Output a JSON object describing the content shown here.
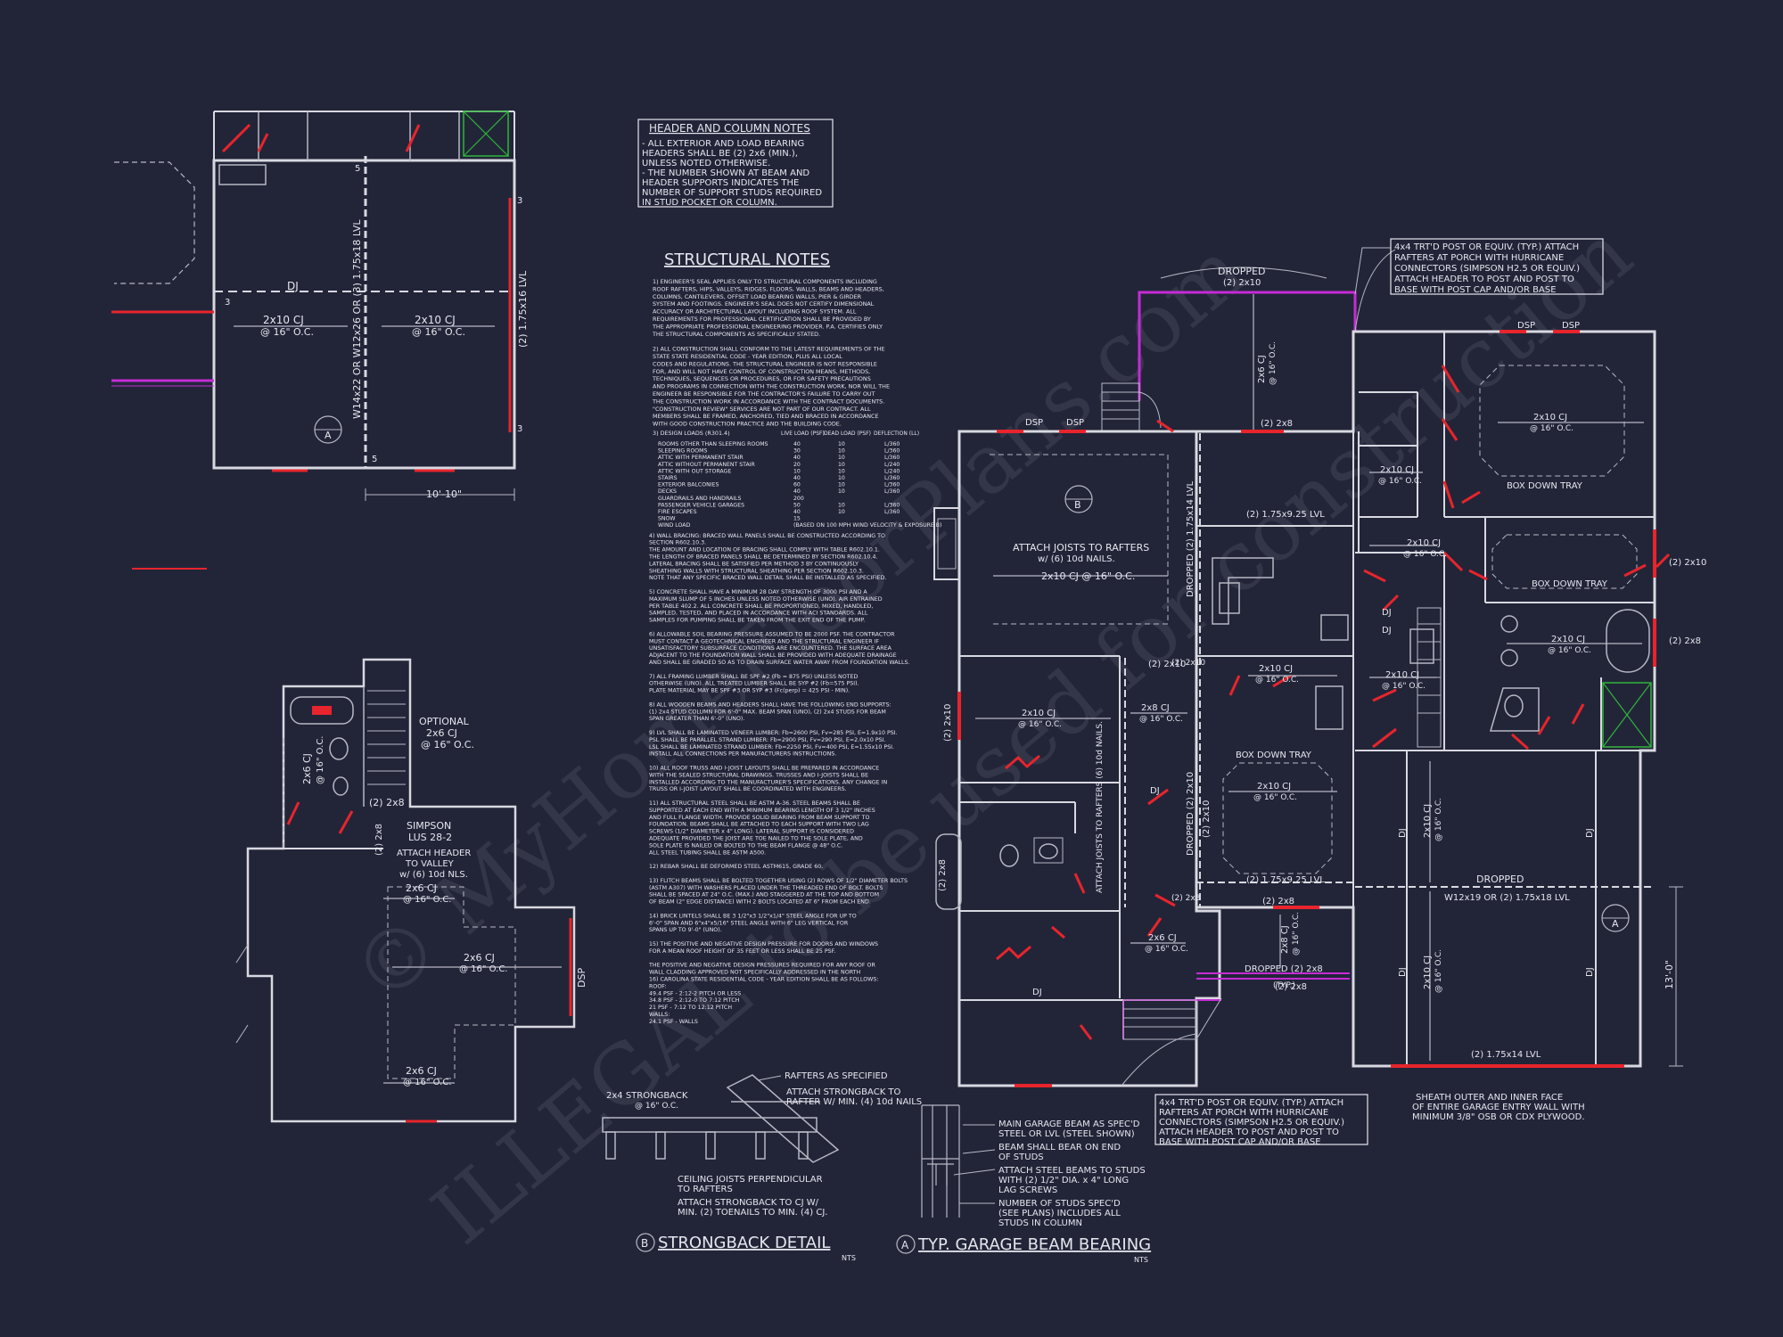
{
  "header_notes": {
    "title": "HEADER AND COLUMN NOTES",
    "lines": [
      "- ALL EXTERIOR AND LOAD BEARING",
      "HEADERS SHALL BE (2) 2x6 (MIN.),",
      "UNLESS NOTED OTHERWISE.",
      "- THE NUMBER SHOWN AT BEAM AND",
      "HEADER SUPPORTS INDICATES THE",
      "NUMBER OF SUPPORT STUDS REQUIRED",
      "IN STUD POCKET OR COLUMN."
    ]
  },
  "structural_notes": {
    "title": "STRUCTURAL NOTES",
    "lines": [
      "1) ENGINEER'S SEAL APPLIES ONLY TO STRUCTURAL COMPONENTS INCLUDING",
      "ROOF RAFTERS, HIPS, VALLEYS, RIDGES, FLOORS, WALLS, BEAMS AND HEADERS,",
      "COLUMNS, CANTILEVERS, OFFSET LOAD BEARING WALLS, PIER & GIRDER",
      "SYSTEM AND FOOTINGS. ENGINEER'S SEAL DOES NOT CERTIFY DIMENSIONAL",
      "ACCURACY OR ARCHITECTURAL LAYOUT INCLUDING ROOF SYSTEM. ALL",
      "REQUIREMENTS FOR PROFESSIONAL CERTIFICATION SHALL BE PROVIDED BY",
      "THE APPROPRIATE PROFESSIONAL ENGINEERING PROVIDER. P.A. CERTIFIES ONLY",
      "THE STRUCTURAL COMPONENTS AS SPECIFICALLY STATED.",
      "",
      "2) ALL CONSTRUCTION SHALL CONFORM TO THE LATEST REQUIREMENTS OF THE",
      "STATE STATE RESIDENTIAL CODE - YEAR EDITION, PLUS ALL LOCAL",
      "CODES AND REGULATIONS. THE STRUCTURAL ENGINEER IS NOT RESPONSIBLE",
      "FOR, AND WILL NOT HAVE CONTROL OF CONSTRUCTION MEANS, METHODS,",
      "TECHNIQUES, SEQUENCES OR PROCEDURES, OR FOR SAFETY PRECAUTIONS",
      "AND PROGRAMS IN CONNECTION WITH THE CONSTRUCTION WORK, NOR WILL THE",
      "ENGINEER BE RESPONSIBLE FOR THE CONTRACTOR'S FAILURE TO CARRY OUT",
      "THE CONSTRUCTION WORK IN ACCORDANCE WITH THE CONTRACT DOCUMENTS.",
      "\"CONSTRUCTION REVIEW\" SERVICES ARE NOT PART OF OUR CONTRACT. ALL",
      "MEMBERS SHALL BE FRAMED, ANCHORED, TIED AND BRACED IN ACCORDANCE",
      "WITH GOOD CONSTRUCTION PRACTICE AND THE BUILDING CODE."
    ],
    "loads_header": [
      "3) DESIGN LOADS (R301.4)",
      "LIVE LOAD (PSF)",
      "DEAD LOAD (PSF)",
      "DEFLECTION (LL)"
    ],
    "loads": [
      [
        "ROOMS OTHER THAN SLEEPING ROOMS",
        "40",
        "10",
        "L/360"
      ],
      [
        "SLEEPING ROOMS",
        "30",
        "10",
        "L/360"
      ],
      [
        "ATTIC WITH PERMANENT STAIR",
        "40",
        "10",
        "L/360"
      ],
      [
        "ATTIC WITHOUT PERMANENT STAIR",
        "20",
        "10",
        "L/240"
      ],
      [
        "ATTIC WITH OUT STORAGE",
        "10",
        "10",
        "L/240"
      ],
      [
        "STAIRS",
        "40",
        "10",
        "L/360"
      ],
      [
        "EXTERIOR BALCONIES",
        "60",
        "10",
        "L/360"
      ],
      [
        "DECKS",
        "40",
        "10",
        "L/360"
      ],
      [
        "GUARDRAILS AND HANDRAILS",
        "200",
        "",
        ""
      ],
      [
        "PASSENGER VEHICLE GARAGES",
        "50",
        "10",
        "L/360"
      ],
      [
        "FIRE ESCAPES",
        "40",
        "10",
        "L/360"
      ],
      [
        "SNOW",
        "15",
        "",
        ""
      ],
      [
        "WIND LOAD",
        "(BASED ON 100 MPH WIND VELOCITY & EXPOSURE B)",
        "",
        ""
      ]
    ],
    "lines2": [
      "4) WALL BRACING: BRACED WALL PANELS SHALL BE CONSTRUCTED ACCORDING TO",
      "SECTION R602.10.3.",
      "THE AMOUNT AND LOCATION OF BRACING SHALL COMPLY WITH TABLE R602.10.1.",
      "THE LENGTH OF BRACED PANELS SHALL BE DETERMINED BY SECTION R602.10.4.",
      "LATERAL BRACING SHALL BE SATISFIED PER METHOD 3 BY CONTINUOUSLY",
      "SHEATHING WALLS WITH STRUCTURAL SHEATHING PER SECTION R602.10.3.",
      "NOTE THAT ANY SPECIFIC BRACED WALL DETAIL SHALL BE INSTALLED AS SPECIFIED.",
      "",
      "5) CONCRETE SHALL HAVE A MINIMUM 28 DAY STRENGTH OF 3000 PSI AND A",
      "MAXIMUM SLUMP OF 5 INCHES UNLESS NOTED OTHERWISE (UNO). AIR ENTRAINED",
      "PER TABLE 402.2. ALL CONCRETE SHALL BE PROPORTIONED, MIXED, HANDLED,",
      "SAMPLED, TESTED, AND PLACED IN ACCORDANCE WITH ACI STANDARDS. ALL",
      "SAMPLES FOR PUMPING SHALL BE TAKEN FROM THE EXIT END OF THE PUMP.",
      "",
      "6) ALLOWABLE SOIL BEARING PRESSURE ASSUMED TO BE 2000 PSF. THE CONTRACTOR",
      "MUST CONTACT A GEOTECHNICAL ENGINEER AND THE STRUCTURAL ENGINEER IF",
      "UNSATISFACTORY SUBSURFACE CONDITIONS ARE ENCOUNTERED. THE SURFACE AREA",
      "ADJACENT TO THE FOUNDATION WALL SHALL BE PROVIDED WITH ADEQUATE DRAINAGE",
      "AND SHALL BE GRADED SO AS TO DRAIN SURFACE WATER AWAY FROM FOUNDATION WALLS.",
      "",
      "7) ALL FRAMING LUMBER SHALL BE SPF #2 (Fb = 875 PSI) UNLESS NOTED",
      "OTHERWISE (UNO). ALL TREATED LUMBER SHALL BE SYP #2 (Fb=575 PSI).",
      "PLATE MATERIAL MAY BE SPF #3 OR SYP #3 (Fc(perp) = 425 PSI - MIN).",
      "",
      "8) ALL WOODEN BEAMS AND HEADERS SHALL HAVE THE FOLLOWING END SUPPORTS:",
      "(1) 2x4 STUD COLUMN FOR 6'-0\" MAX. BEAM SPAN (UNO), (2) 2x4 STUDS FOR BEAM",
      "SPAN GREATER THAN 6'-0\" (UNO).",
      "",
      "9) LVL SHALL BE LAMINATED VENEER LUMBER: Fb=2600 PSI, Fv=285 PSI, E=1.9x10 PSI.",
      "PSL SHALL BE PARALLEL STRAND LUMBER: Fb=2900 PSI, Fv=290 PSI, E=2.0x10 PSI.",
      "LSL SHALL BE LAMINATED STRAND LUMBER: Fb=2250 PSI, Fv=400 PSI, E=1.55x10 PSI.",
      "INSTALL ALL CONNECTIONS PER MANUFACTURERS INSTRUCTIONS.",
      "",
      "10) ALL ROOF TRUSS AND I-JOIST LAYOUTS SHALL BE PREPARED IN ACCORDANCE",
      "WITH THE SEALED STRUCTURAL DRAWINGS. TRUSSES AND I-JOISTS SHALL BE",
      "INSTALLED ACCORDING TO THE MANUFACTURER'S SPECIFICATIONS. ANY CHANGE IN",
      "TRUSS OR I-JOIST LAYOUT SHALL BE COORDINATED WITH ENGINEERS.",
      "",
      "11) ALL STRUCTURAL STEEL SHALL BE ASTM A-36. STEEL BEAMS SHALL BE",
      "SUPPORTED AT EACH END WITH A MINIMUM BEARING LENGTH OF 3 1/2\" INCHES",
      "AND FULL FLANGE WIDTH. PROVIDE SOLID BEARING FROM BEAM SUPPORT TO",
      "FOUNDATION. BEAMS SHALL BE ATTACHED TO EACH SUPPORT WITH TWO LAG",
      "SCREWS (1/2\" DIAMETER x 4\" LONG). LATERAL SUPPORT IS CONSIDERED",
      "ADEQUATE PROVIDED THE JOIST ARE TOE NAILED TO THE SOLE PLATE, AND",
      "SOLE PLATE IS NAILED OR BOLTED TO THE BEAM FLANGE @ 48\" O.C.",
      "ALL STEEL TUBING SHALL BE ASTM A500.",
      "",
      "12) REBAR SHALL BE DEFORMED STEEL ASTM615, GRADE 60.",
      "",
      "13) FLITCH BEAMS SHALL BE BOLTED TOGETHER USING (2) ROWS OF 1/2\" DIAMETER BOLTS",
      "(ASTM A307) WITH WASHERS PLACED UNDER THE THREADED END OF BOLT. BOLTS",
      "SHALL BE SPACED AT 24\" O.C. (MAX.) AND STAGGERED AT THE TOP AND BOTTOM",
      "OF BEAM (2\" EDGE DISTANCE) WITH 2 BOLTS LOCATED AT 6\" FROM EACH END.",
      "",
      "14) BRICK LINTELS SHALL BE 3 1/2\"x3 1/2\"x1/4\" STEEL ANGLE FOR UP TO",
      "6'-0\" SPAN AND 6\"x4\"x5/16\" STEEL ANGLE WITH 6\" LEG VERTICAL FOR",
      "SPANS UP TO 9'-0\" (UNO).",
      "",
      "15) THE POSITIVE AND NEGATIVE DESIGN PRESSURE FOR DOORS AND WINDOWS",
      "FOR A MEAN ROOF HEIGHT OF 35 FEET OR LESS SHALL BE 25 PSF.",
      "",
      "THE POSITIVE AND NEGATIVE DESIGN PRESSURES REQUIRED FOR ANY ROOF OR",
      "WALL CLADDING APPROVED NOT SPECIFICALLY ADDRESSED IN THE NORTH",
      "16) CAROLINA STATE RESIDENTIAL CODE - YEAR EDITION SHALL BE AS FOLLOWS:",
      "ROOF:",
      "49.4 PSF - 2:12-2 PITCH OR LESS",
      "34.8 PSF - 2:12-0 TO 7:12 PITCH",
      "21 PSF - 7:12 TO 12:12 PITCH",
      "WALLS:",
      "24.1 PSF - WALLS"
    ]
  },
  "plan_upper_left": {
    "labels": [
      "DJ",
      "2x10 CJ",
      "@ 16\" O.C.",
      "2x10 CJ",
      "@ 16\" O.C.",
      "W14x22 OR W12x26 OR (3) 1.75x18 LVL",
      "(2) 1.75x16 LVL",
      "10'-10\"",
      "A",
      "5",
      "3",
      "3",
      "3",
      "5"
    ]
  },
  "plan_lower_left": {
    "labels": [
      "OPTIONAL",
      "2x6 CJ",
      "@ 16\" O.C.",
      "2x6 CJ",
      "@ 16\" O.C.",
      "(2) 2x8",
      "SIMPSON",
      "LUS 28-2",
      "ATTACH HEADER",
      "TO VALLEY",
      "w/ (6) 10d NLS.",
      "2x6 CJ",
      "@ 16\" O.C.",
      "2x6 CJ",
      "@ 16\" O.C.",
      "2x6 CJ",
      "@ 16\" O.C.",
      "DSP",
      "(2) 2x8"
    ]
  },
  "plan_main": {
    "labels": {
      "dropped_top": "DROPPED",
      "dropped_top_2x10": "(2) 2x10",
      "porch_note": [
        "4x4 TRT'D POST OR EQUIV. (TYP.) ATTACH",
        "RAFTERS AT PORCH WITH HURRICANE",
        "CONNECTORS (SIMPSON H2.5 OR EQUIV.)",
        "ATTACH HEADER TO POST AND POST TO",
        "BASE WITH POST CAP AND/OR BASE"
      ],
      "garage_note": [
        "4x4 TRT'D POST OR EQUIV. (TYP.) ATTACH",
        "RAFTERS AT PORCH WITH HURRICANE",
        "CONNECTORS (SIMPSON H2.5 OR EQUIV.)",
        "ATTACH HEADER TO POST AND POST TO",
        "BASE WITH POST CAP AND/OR BASE"
      ],
      "sheath_note": [
        "SHEATH OUTER AND INNER FACE",
        "OF ENTIRE GARAGE ENTRY WALL WITH",
        "MINIMUM 3/8\" OSB OR CDX PLYWOOD."
      ],
      "dsp1": "DSP",
      "dsp2": "DSP",
      "dsp3": "DSP",
      "dsp4": "DSP",
      "cj_2x6_vert": "2x6 CJ",
      "cj_2x6_vert_oc": "@ 16\" O.C.",
      "two_2x8_a": "(2) 2x8",
      "attach_joists": "ATTACH JOISTS TO RAFTERS",
      "attach_joists_2": "w/ (6) 10d NAILS.",
      "cj_living": "2x10 CJ @ 16\" O.C.",
      "b_tag": "B",
      "dropped_lvl_left": "DROPPED (2) 1.75x14 LVL",
      "lvl_975_a": "(2) 1.75x9.25 LVL",
      "lvl_975_b": "(2) 1.75x9.25 LVL",
      "two_2x10_a": "(2) 2x10",
      "two_2x10_b": "(2) 2x10",
      "two_2x10_c": "(2) 2x10",
      "two_2x8_b": "(2) 2x8",
      "two_2x8_c": "(2) 2x8",
      "cj_k1": "2x10 CJ",
      "cj_k1_oc": "@ 16\" O.C.",
      "cj_d1": "2x10 CJ",
      "cj_d1_oc": "@ 16\" O.C.",
      "cj_d2": "2x8 CJ",
      "cj_d2_oc": "@ 16\" O.C.",
      "box_down_tray_1": "BOX DOWN TRAY",
      "box_down_tray_2": "BOX DOWN TRAY",
      "box_down_tray_3": "BOX DOWN TRAY",
      "cj_b1": "2x10 CJ",
      "cj_b1_oc": "@ 16\" O.C.",
      "cj_m1": "2x10 CJ",
      "cj_m1_oc": "@ 16\" O.C.",
      "cj_m2": "2x10 CJ",
      "cj_m2_oc": "@ 16\" O.C.",
      "cj_m3": "2x10 CJ",
      "cj_m3_oc": "@ 16\" O.C.",
      "cj_m4": "2x10 CJ",
      "cj_m4_oc": "@ 16\" O.C.",
      "cj_m5": "2x10 CJ",
      "cj_m5_oc": "@ 16\" O.C.",
      "cj_g1": "2x10 CJ",
      "cj_g1_oc": "@ 16\" O.C.",
      "cj_g2": "2x10 CJ",
      "cj_g2_oc": "@ 16\" O.C.",
      "cj_b2": "2x8 CJ",
      "cj_b2_oc": "@ 16\" O.C.",
      "cj_b3": "2x6 CJ",
      "cj_b3_oc": "@ 16\" O.C.",
      "dj1": "DJ",
      "dj2": "DJ",
      "dj3": "DJ",
      "dj4": "DJ",
      "dj5": "DJ",
      "dj6": "DJ",
      "dj7": "DJ",
      "dj8": "DJ",
      "attach_joists_v": "ATTACH JOISTS TO RAFTERS (6) 10d NAILS.",
      "dropped_2x10_v": "DROPPED (2) 2x10",
      "dropped_2x8_mid": "DROPPED (2) 2x8",
      "typ": "(TYP.)",
      "two_2x8_mid": "(2) 2x8",
      "dropped_garage": "DROPPED",
      "garage_beam": "W12x19 OR (2) 1.75x18 LVL",
      "lvl_garage_bottom": "(2) 1.75x14 LVL",
      "dim_13": "13'-0\"",
      "a_tag": "A",
      "two_2x10_right": "(2) 2x10",
      "two_2x8_right": "(2) 2x8",
      "two_2x10_vert": "(2) 2x10",
      "two_2x8_vert": "(2) 2x8"
    }
  },
  "strongback": {
    "labels": [
      "RAFTERS AS SPECIFIED",
      "2x4 STRONGBACK",
      "@ 16\" O.C.",
      "ATTACH STRONGBACK TO",
      "RAFTER W/ MIN. (4) 10d NAILS",
      "CEILING JOISTS PERPENDICULAR",
      "TO RAFTERS",
      "ATTACH STRONGBACK TO CJ W/",
      "MIN. (2) TOENAILS TO MIN. (4) CJ."
    ],
    "title": "STRONGBACK DETAIL",
    "tag": "B",
    "scale": "NTS"
  },
  "garage_beam_bearing": {
    "labels": [
      "MAIN GARAGE BEAM AS SPEC'D",
      "STEEL OR LVL (STEEL SHOWN)",
      "BEAM SHALL BEAR ON END",
      "OF STUDS",
      "ATTACH STEEL BEAMS TO STUDS",
      "WITH (2) 1/2\" DIA. x 4\" LONG",
      "LAG SCREWS",
      "NUMBER OF STUDS SPEC'D",
      "(SEE PLANS) INCLUDES ALL",
      "STUDS IN COLUMN"
    ],
    "title": "TYP. GARAGE BEAM BEARING",
    "tag": "A",
    "scale": "NTS"
  },
  "watermark": {
    "line1": "© MyHomeFloorPlans.com",
    "line2": "ILLEGAL to be used for construction"
  },
  "colors": {
    "background": "#222538",
    "lines": "#d8d8e0",
    "accent_red": "#e8242c",
    "accent_magenta": "#c62bd6",
    "accent_green": "#2fb53a"
  }
}
